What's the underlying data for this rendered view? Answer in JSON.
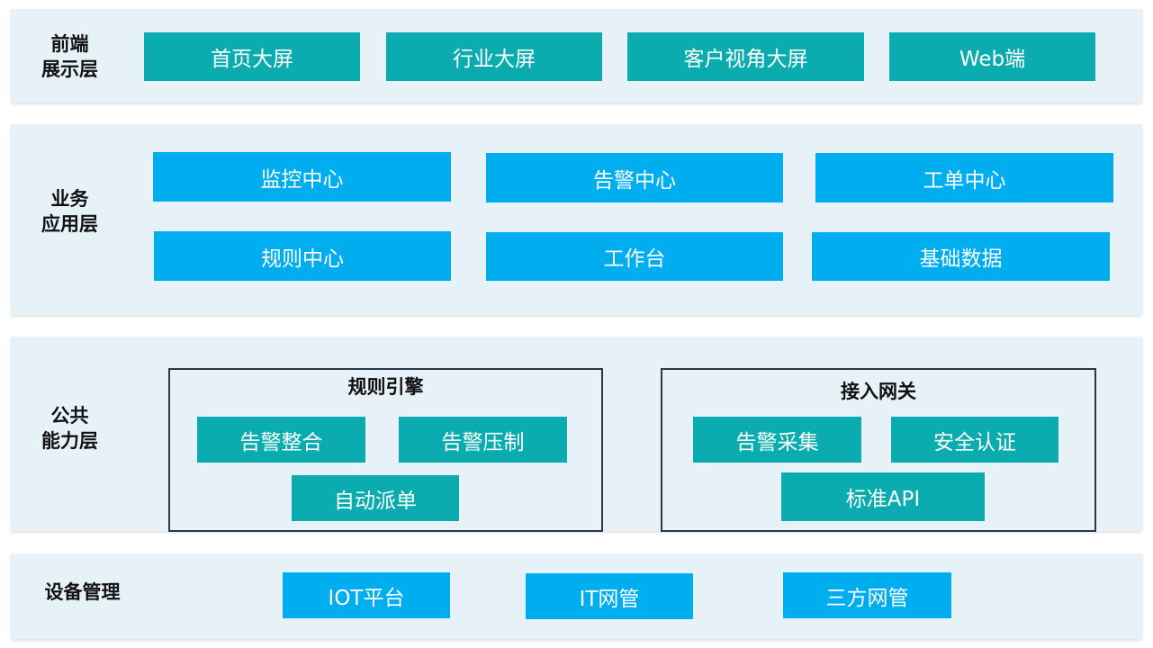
{
  "layers": {
    "frontend": {
      "title": "前端\n展示层",
      "items": [
        "首页大屏",
        "行业大屏",
        "客户视角大屏",
        "Web端"
      ]
    },
    "business": {
      "title": "业务\n应用层",
      "items": [
        "监控中心",
        "告警中心",
        "工单中心",
        "规则中心",
        "工作台",
        "基础数据"
      ]
    },
    "common": {
      "title": "公共\n能力层",
      "rule_engine": {
        "title": "规则引擎",
        "items": [
          "告警整合",
          "告警压制",
          "自动派单"
        ]
      },
      "gateway": {
        "title": "接入网关",
        "items": [
          "告警采集",
          "安全认证",
          "标准API"
        ]
      }
    },
    "device": {
      "title": "设备管理",
      "items": [
        "IOT平台",
        "IT网管",
        "三方网管"
      ]
    }
  },
  "colors": {
    "layer_bg": "#e6f1f8",
    "teal": "#0aacaf",
    "blue": "#00aeef",
    "group_border": "#2e3747"
  }
}
